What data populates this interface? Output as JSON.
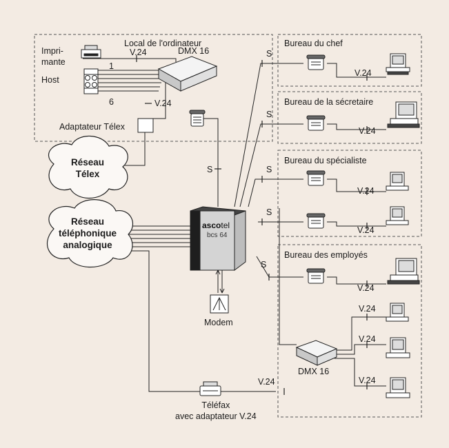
{
  "colors": {
    "background": "#f3ebe3",
    "line": "#222222",
    "cloud_fill": "#fbf8f5",
    "box_dash": "#555555"
  },
  "rooms": {
    "computer_room": "Local de l'ordinateur",
    "chef": "Bureau du chef",
    "secretaire": "Bureau de la sécretaire",
    "specialiste": "Bureau du spécialiste",
    "employes": "Bureau des employés"
  },
  "devices": {
    "printer": "Impri-\nmante",
    "host": "Host",
    "host_port_first": "1",
    "host_port_last": "6",
    "dmx_top": "DMX 16",
    "dmx_bottom": "DMX 16",
    "telex_adapter": "Adaptateur Télex",
    "modem": "Modem",
    "telefax": "Téléfax\navec adaptateur V.24",
    "pbx_brand_bold": "asco",
    "pbx_brand_light": "tel",
    "pbx_model": "bcs 64"
  },
  "networks": {
    "telex": "Réseau\nTélex",
    "phone": "Réseau\ntéléphonique\nanalogique"
  },
  "links": {
    "v24": "V.24",
    "s": "S"
  }
}
